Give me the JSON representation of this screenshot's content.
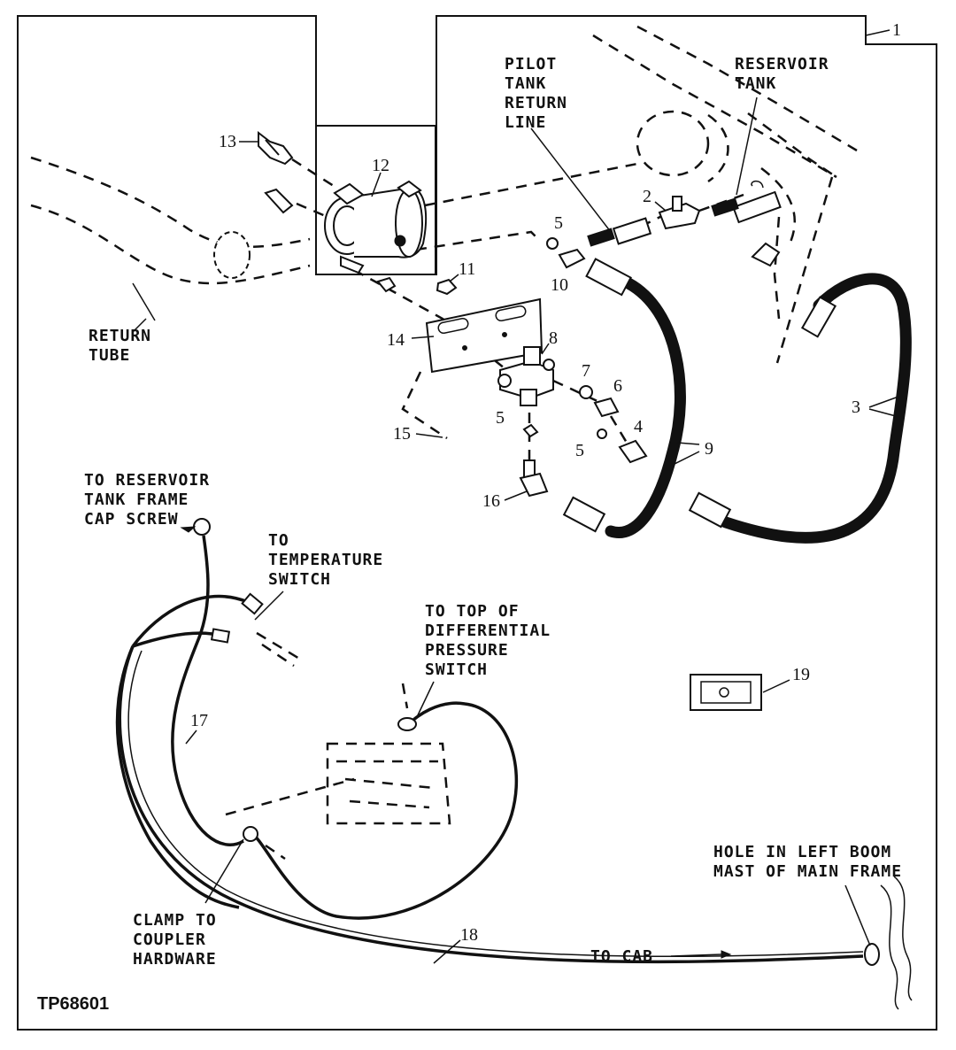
{
  "figure_code": "TP68601",
  "labels": {
    "pilot_tank_return_line": [
      "PILOT",
      "TANK",
      "RETURN",
      "LINE"
    ],
    "reservoir_tank": [
      "RESERVOIR",
      "TANK"
    ],
    "return_tube": [
      "RETURN",
      "TUBE"
    ],
    "to_reservoir_tank_frame_cap_screw": [
      "TO RESERVOIR",
      "TANK FRAME",
      "CAP SCREW"
    ],
    "to_temperature_switch": [
      "TO",
      "TEMPERATURE",
      "SWITCH"
    ],
    "to_top_of_differential_pressure_switch": [
      "TO TOP OF",
      "DIFFERENTIAL",
      "PRESSURE",
      "SWITCH"
    ],
    "clamp_to_coupler_hardware": [
      "CLAMP TO",
      "COUPLER",
      "HARDWARE"
    ],
    "hole_in_left_boom_mast": [
      "HOLE IN LEFT BOOM",
      "MAST OF MAIN FRAME"
    ],
    "to_cab": "TO CAB"
  },
  "callouts": {
    "c1": "1",
    "c2": "2",
    "c3": "3",
    "c4": "4",
    "c5a": "5",
    "c5b": "5",
    "c5c": "5",
    "c6": "6",
    "c7": "7",
    "c8": "8",
    "c9": "9",
    "c10": "10",
    "c11": "11",
    "c12": "12",
    "c13": "13",
    "c14": "14",
    "c15": "15",
    "c16": "16",
    "c17": "17",
    "c18": "18",
    "c19": "19"
  }
}
